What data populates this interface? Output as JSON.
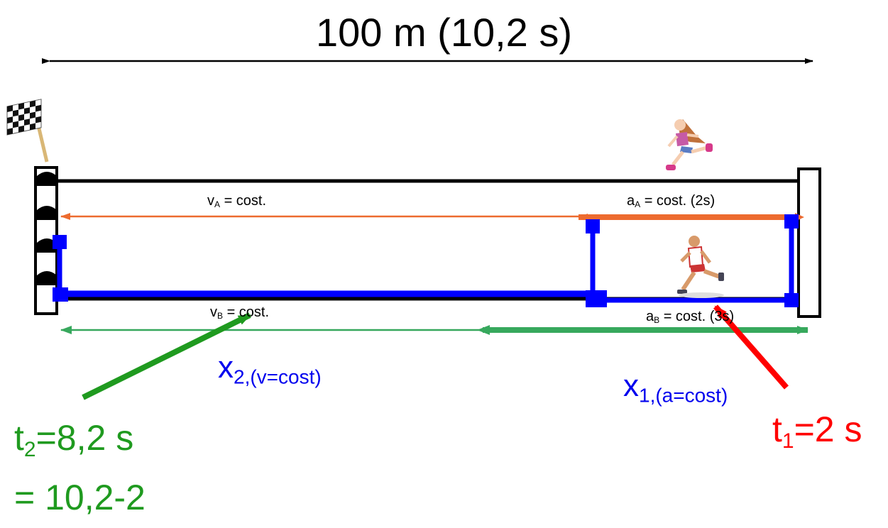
{
  "title": "100 m   (10,2 s)",
  "runner_a": {
    "speed_label": {
      "var": "v",
      "sub": "A",
      "rest": " = cost."
    },
    "accel_label": {
      "var": "a",
      "sub": "A",
      "rest": " = cost. (2s)"
    }
  },
  "runner_b": {
    "speed_label": {
      "var": "v",
      "sub": "B",
      "rest": " = cost."
    },
    "accel_label": {
      "var": "a",
      "sub": "B",
      "rest": " = cost. (3s)"
    }
  },
  "x2_label": {
    "var": "x",
    "sub": "2,(v=cost)"
  },
  "x1_label": {
    "var": "x",
    "sub": "1,(a=cost)"
  },
  "t2_label": {
    "var": "t",
    "sub": "2",
    "rest": "=8,2 s"
  },
  "t2_calc": "= 10,2-2",
  "t1_label": {
    "var": "t",
    "sub": "1",
    "rest": "=2 s"
  },
  "colors": {
    "track": "#000000",
    "runner_a": "#ed6b2f",
    "runner_b": "#37a85d",
    "trajectory": "#0000ff",
    "t1": "#ff0000",
    "t2": "#1f9a1f"
  }
}
